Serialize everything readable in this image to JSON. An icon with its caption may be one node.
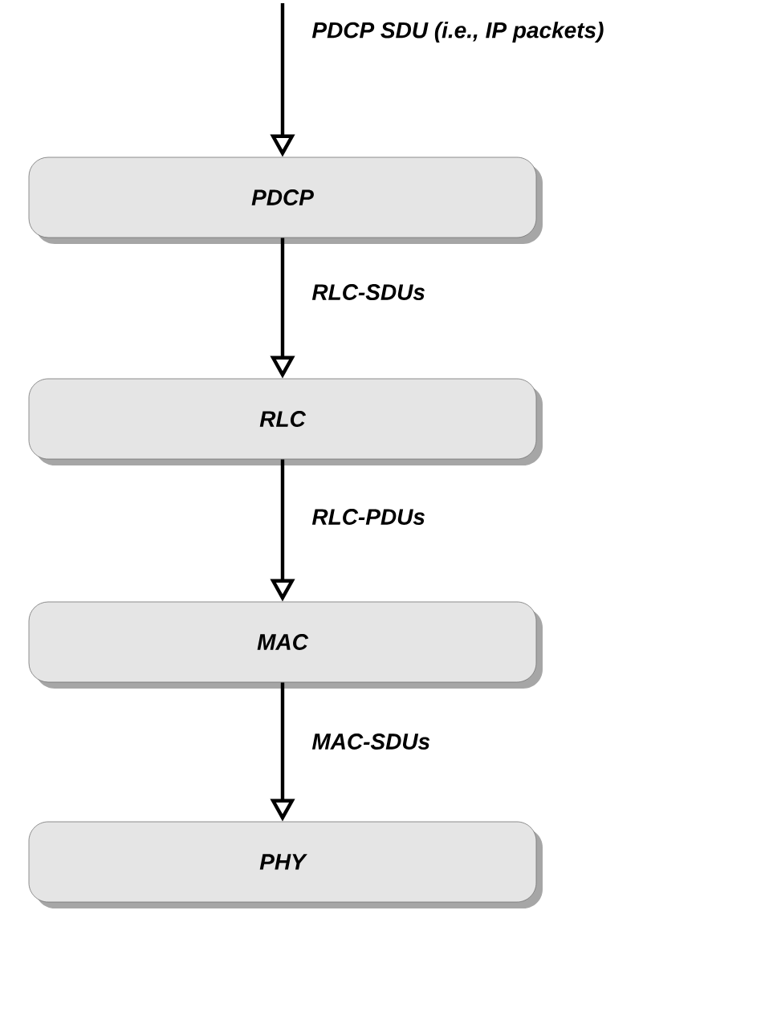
{
  "diagram": {
    "nodes": [
      {
        "text": [
          "PDCP"
        ]
      },
      {
        "text": [
          "RLC"
        ]
      },
      {
        "text": [
          "MAC"
        ]
      },
      {
        "text": [
          "PHY"
        ]
      }
    ],
    "edges": [
      {
        "from": null,
        "to": 0,
        "arrow": "to",
        "label": "PDCP SDU (i.e., IP packets)"
      },
      {
        "from": 0,
        "to": 1,
        "arrow": "to",
        "label": "RLC-SDUs"
      },
      {
        "from": 1,
        "to": 2,
        "arrow": "to",
        "label": "RLC-PDUs"
      },
      {
        "from": 2,
        "to": 3,
        "arrow": "to",
        "label": "MAC-SDUs"
      }
    ]
  }
}
